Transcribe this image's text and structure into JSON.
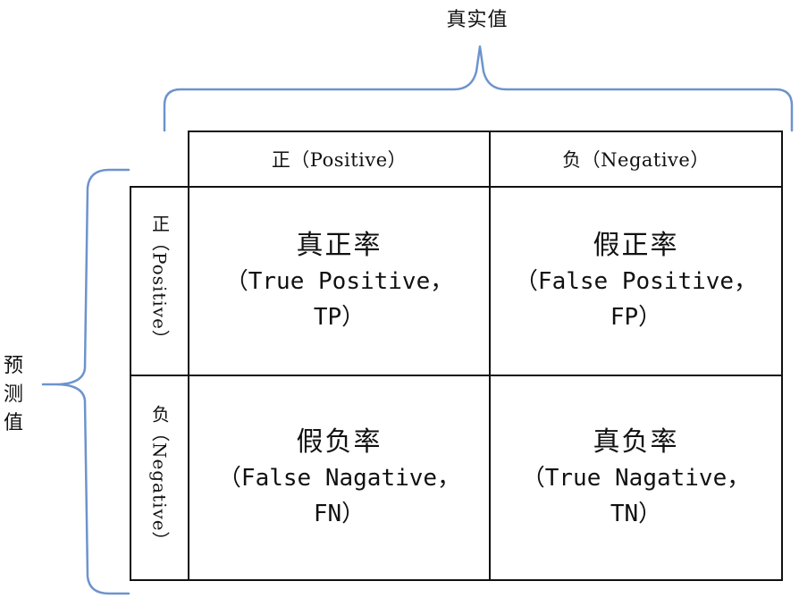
{
  "top_axis": {
    "label": "真实值"
  },
  "side_axis": {
    "chars": [
      "预",
      "测",
      "值"
    ]
  },
  "columns": [
    {
      "label": "正（Positive）"
    },
    {
      "label": "负（Negative）"
    }
  ],
  "rows": [
    {
      "label": "正（Positive）"
    },
    {
      "label": "负（Negative）"
    }
  ],
  "cells": [
    {
      "title": "真正率",
      "line1": "（True Positive，",
      "line2": "TP）"
    },
    {
      "title": "假正率",
      "line1": "（False Positive，",
      "line2": "FP）"
    },
    {
      "title": "假负率",
      "line1": "（False Nagative，",
      "line2": "FN）"
    },
    {
      "title": "真负率",
      "line1": "（True Nagative，",
      "line2": "TN）"
    }
  ],
  "colors": {
    "brace": "#6d93cd",
    "lines": "#111111"
  }
}
